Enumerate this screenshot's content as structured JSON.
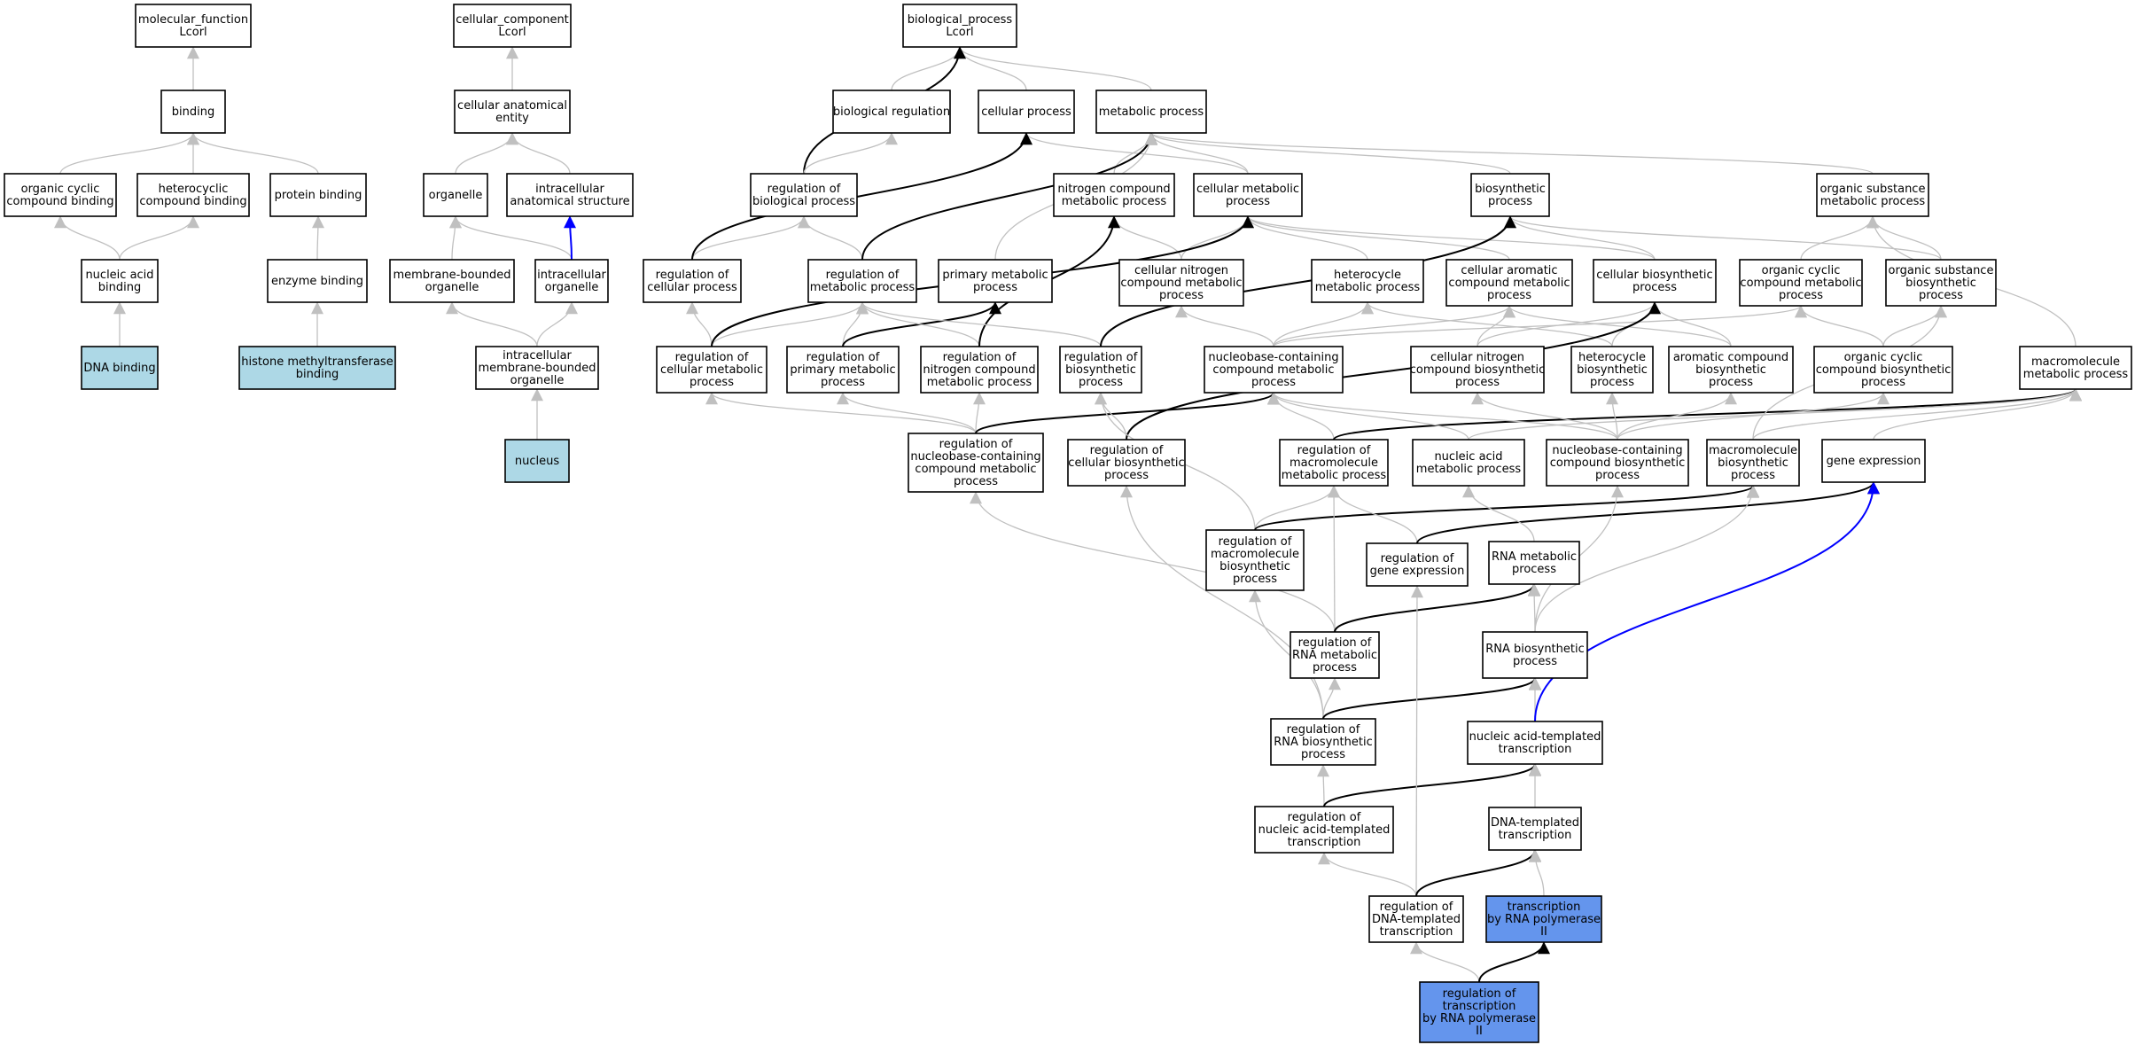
{
  "colors": {
    "node_fill": "#ffffff",
    "query_fill": "#add8e6",
    "focus_fill": "#6495ed",
    "node_border": "#000000",
    "edge_gray": "#c0c0c0",
    "edge_black": "#000000",
    "edge_blue": "#0000ff"
  },
  "nodes": [
    {
      "id": "mf",
      "lines": [
        "molecular_function",
        "Lcorl"
      ],
      "style": "plain"
    },
    {
      "id": "binding",
      "lines": [
        "binding"
      ],
      "style": "plain"
    },
    {
      "id": "ocb",
      "lines": [
        "organic cyclic",
        "compound binding"
      ],
      "style": "plain"
    },
    {
      "id": "hcb",
      "lines": [
        "heterocyclic",
        "compound binding"
      ],
      "style": "plain"
    },
    {
      "id": "pb",
      "lines": [
        "protein binding"
      ],
      "style": "plain"
    },
    {
      "id": "nab",
      "lines": [
        "nucleic acid",
        "binding"
      ],
      "style": "plain"
    },
    {
      "id": "eb",
      "lines": [
        "enzyme binding"
      ],
      "style": "plain"
    },
    {
      "id": "dnab",
      "lines": [
        "DNA binding"
      ],
      "style": "query"
    },
    {
      "id": "hmtb",
      "lines": [
        "histone methyltransferase",
        "binding"
      ],
      "style": "query"
    },
    {
      "id": "cc",
      "lines": [
        "cellular_component",
        "Lcorl"
      ],
      "style": "plain"
    },
    {
      "id": "cae",
      "lines": [
        "cellular anatomical",
        "entity"
      ],
      "style": "plain"
    },
    {
      "id": "org",
      "lines": [
        "organelle"
      ],
      "style": "plain"
    },
    {
      "id": "ias",
      "lines": [
        "intracellular",
        "anatomical structure"
      ],
      "style": "plain"
    },
    {
      "id": "mbo",
      "lines": [
        "membrane-bounded",
        "organelle"
      ],
      "style": "plain"
    },
    {
      "id": "io",
      "lines": [
        "intracellular",
        "organelle"
      ],
      "style": "plain"
    },
    {
      "id": "imbo",
      "lines": [
        "intracellular",
        "membrane-bounded",
        "organelle"
      ],
      "style": "plain"
    },
    {
      "id": "nuc",
      "lines": [
        "nucleus"
      ],
      "style": "query"
    },
    {
      "id": "bp",
      "lines": [
        "biological_process",
        "Lcorl"
      ],
      "style": "plain"
    },
    {
      "id": "breg",
      "lines": [
        "biological regulation"
      ],
      "style": "plain"
    },
    {
      "id": "cp",
      "lines": [
        "cellular process"
      ],
      "style": "plain"
    },
    {
      "id": "mp",
      "lines": [
        "metabolic process"
      ],
      "style": "plain"
    },
    {
      "id": "rbp",
      "lines": [
        "regulation of",
        "biological process"
      ],
      "style": "plain"
    },
    {
      "id": "ncmp",
      "lines": [
        "nitrogen compound",
        "metabolic process"
      ],
      "style": "plain"
    },
    {
      "id": "cmp",
      "lines": [
        "cellular metabolic",
        "process"
      ],
      "style": "plain"
    },
    {
      "id": "bsp",
      "lines": [
        "biosynthetic",
        "process"
      ],
      "style": "plain"
    },
    {
      "id": "osmp",
      "lines": [
        "organic substance",
        "metabolic process"
      ],
      "style": "plain"
    },
    {
      "id": "rcp",
      "lines": [
        "regulation of",
        "cellular process"
      ],
      "style": "plain"
    },
    {
      "id": "rmp",
      "lines": [
        "regulation of",
        "metabolic process"
      ],
      "style": "plain"
    },
    {
      "id": "pmp",
      "lines": [
        "primary metabolic",
        "process"
      ],
      "style": "plain"
    },
    {
      "id": "cncmp",
      "lines": [
        "cellular nitrogen",
        "compound metabolic",
        "process"
      ],
      "style": "plain"
    },
    {
      "id": "hmp",
      "lines": [
        "heterocycle",
        "metabolic process"
      ],
      "style": "plain"
    },
    {
      "id": "cacmp",
      "lines": [
        "cellular aromatic",
        "compound metabolic",
        "process"
      ],
      "style": "plain"
    },
    {
      "id": "cbp",
      "lines": [
        "cellular biosynthetic",
        "process"
      ],
      "style": "plain"
    },
    {
      "id": "occmp",
      "lines": [
        "organic cyclic",
        "compound metabolic",
        "process"
      ],
      "style": "plain"
    },
    {
      "id": "osbp",
      "lines": [
        "organic substance",
        "biosynthetic",
        "process"
      ],
      "style": "plain"
    },
    {
      "id": "rcmp",
      "lines": [
        "regulation of",
        "cellular metabolic",
        "process"
      ],
      "style": "plain"
    },
    {
      "id": "rpmp",
      "lines": [
        "regulation of",
        "primary metabolic",
        "process"
      ],
      "style": "plain"
    },
    {
      "id": "rncmp",
      "lines": [
        "regulation of",
        "nitrogen compound",
        "metabolic process"
      ],
      "style": "plain"
    },
    {
      "id": "rbsp",
      "lines": [
        "regulation of",
        "biosynthetic",
        "process"
      ],
      "style": "plain"
    },
    {
      "id": "nbcmp",
      "lines": [
        "nucleobase-containing",
        "compound metabolic",
        "process"
      ],
      "style": "plain"
    },
    {
      "id": "cncbp",
      "lines": [
        "cellular nitrogen",
        "compound biosynthetic",
        "process"
      ],
      "style": "plain"
    },
    {
      "id": "hbp",
      "lines": [
        "heterocycle",
        "biosynthetic",
        "process"
      ],
      "style": "plain"
    },
    {
      "id": "acbp",
      "lines": [
        "aromatic compound",
        "biosynthetic",
        "process"
      ],
      "style": "plain"
    },
    {
      "id": "occbp",
      "lines": [
        "organic cyclic",
        "compound biosynthetic",
        "process"
      ],
      "style": "plain"
    },
    {
      "id": "macmp",
      "lines": [
        "macromolecule",
        "metabolic process"
      ],
      "style": "plain"
    },
    {
      "id": "rnbcmp",
      "lines": [
        "regulation of",
        "nucleobase-containing",
        "compound metabolic",
        "process"
      ],
      "style": "plain"
    },
    {
      "id": "rcbp",
      "lines": [
        "regulation of",
        "cellular biosynthetic",
        "process"
      ],
      "style": "plain"
    },
    {
      "id": "rmacmp",
      "lines": [
        "regulation of",
        "macromolecule",
        "metabolic process"
      ],
      "style": "plain"
    },
    {
      "id": "namp",
      "lines": [
        "nucleic acid",
        "metabolic process"
      ],
      "style": "plain"
    },
    {
      "id": "nbcbp",
      "lines": [
        "nucleobase-containing",
        "compound biosynthetic",
        "process"
      ],
      "style": "plain"
    },
    {
      "id": "mabp",
      "lines": [
        "macromolecule",
        "biosynthetic",
        "process"
      ],
      "style": "plain"
    },
    {
      "id": "ge",
      "lines": [
        "gene expression"
      ],
      "style": "plain"
    },
    {
      "id": "rmabp",
      "lines": [
        "regulation of",
        "macromolecule",
        "biosynthetic",
        "process"
      ],
      "style": "plain"
    },
    {
      "id": "rge",
      "lines": [
        "regulation of",
        "gene expression"
      ],
      "style": "plain"
    },
    {
      "id": "rnamp",
      "lines": [
        "RNA metabolic",
        "process"
      ],
      "style": "plain"
    },
    {
      "id": "rrnamp",
      "lines": [
        "regulation of",
        "RNA metabolic",
        "process"
      ],
      "style": "plain"
    },
    {
      "id": "rnabp",
      "lines": [
        "RNA biosynthetic",
        "process"
      ],
      "style": "plain"
    },
    {
      "id": "rrnabp",
      "lines": [
        "regulation of",
        "RNA biosynthetic",
        "process"
      ],
      "style": "plain"
    },
    {
      "id": "natt",
      "lines": [
        "nucleic acid-templated",
        "transcription"
      ],
      "style": "plain"
    },
    {
      "id": "rnatt",
      "lines": [
        "regulation of",
        "nucleic acid-templated",
        "transcription"
      ],
      "style": "plain"
    },
    {
      "id": "dtt",
      "lines": [
        "DNA-templated",
        "transcription"
      ],
      "style": "plain"
    },
    {
      "id": "rdtt",
      "lines": [
        "regulation of",
        "DNA-templated",
        "transcription"
      ],
      "style": "plain"
    },
    {
      "id": "trp2",
      "lines": [
        "transcription",
        "by RNA polymerase",
        "II"
      ],
      "style": "focus"
    },
    {
      "id": "rtrp2",
      "lines": [
        "regulation of",
        "transcription",
        "by RNA polymerase",
        "II"
      ],
      "style": "focus"
    }
  ],
  "edges": [
    {
      "from": "binding",
      "to": "mf",
      "kind": "gray"
    },
    {
      "from": "ocb",
      "to": "binding",
      "kind": "gray"
    },
    {
      "from": "hcb",
      "to": "binding",
      "kind": "gray"
    },
    {
      "from": "pb",
      "to": "binding",
      "kind": "gray"
    },
    {
      "from": "nab",
      "to": "ocb",
      "kind": "gray"
    },
    {
      "from": "nab",
      "to": "hcb",
      "kind": "gray"
    },
    {
      "from": "eb",
      "to": "pb",
      "kind": "gray"
    },
    {
      "from": "dnab",
      "to": "nab",
      "kind": "gray"
    },
    {
      "from": "hmtb",
      "to": "eb",
      "kind": "gray"
    },
    {
      "from": "cae",
      "to": "cc",
      "kind": "gray"
    },
    {
      "from": "org",
      "to": "cae",
      "kind": "gray"
    },
    {
      "from": "ias",
      "to": "cae",
      "kind": "gray"
    },
    {
      "from": "mbo",
      "to": "org",
      "kind": "gray"
    },
    {
      "from": "io",
      "to": "org",
      "kind": "gray"
    },
    {
      "from": "io",
      "to": "ias",
      "kind": "blue"
    },
    {
      "from": "imbo",
      "to": "mbo",
      "kind": "gray"
    },
    {
      "from": "imbo",
      "to": "io",
      "kind": "gray"
    },
    {
      "from": "nuc",
      "to": "imbo",
      "kind": "gray"
    },
    {
      "from": "breg",
      "to": "bp",
      "kind": "gray"
    },
    {
      "from": "cp",
      "to": "bp",
      "kind": "gray"
    },
    {
      "from": "mp",
      "to": "bp",
      "kind": "gray"
    },
    {
      "from": "rbp",
      "to": "bp",
      "kind": "black"
    },
    {
      "from": "rbp",
      "to": "breg",
      "kind": "gray"
    },
    {
      "from": "ncmp",
      "to": "mp",
      "kind": "gray"
    },
    {
      "from": "cmp",
      "to": "mp",
      "kind": "gray"
    },
    {
      "from": "cmp",
      "to": "cp",
      "kind": "gray"
    },
    {
      "from": "bsp",
      "to": "mp",
      "kind": "gray"
    },
    {
      "from": "osmp",
      "to": "mp",
      "kind": "gray"
    },
    {
      "from": "rcp",
      "to": "rbp",
      "kind": "gray"
    },
    {
      "from": "rcp",
      "to": "cp",
      "kind": "black"
    },
    {
      "from": "rmp",
      "to": "rbp",
      "kind": "gray"
    },
    {
      "from": "rmp",
      "to": "mp",
      "kind": "black"
    },
    {
      "from": "pmp",
      "to": "mp",
      "kind": "gray"
    },
    {
      "from": "cncmp",
      "to": "ncmp",
      "kind": "gray"
    },
    {
      "from": "cncmp",
      "to": "cmp",
      "kind": "gray"
    },
    {
      "from": "hmp",
      "to": "cmp",
      "kind": "gray"
    },
    {
      "from": "cacmp",
      "to": "cmp",
      "kind": "gray"
    },
    {
      "from": "cbp",
      "to": "cmp",
      "kind": "gray"
    },
    {
      "from": "cbp",
      "to": "bsp",
      "kind": "gray"
    },
    {
      "from": "occmp",
      "to": "osmp",
      "kind": "gray"
    },
    {
      "from": "osbp",
      "to": "osmp",
      "kind": "gray"
    },
    {
      "from": "osbp",
      "to": "bsp",
      "kind": "gray"
    },
    {
      "from": "rcmp",
      "to": "rcp",
      "kind": "gray"
    },
    {
      "from": "rcmp",
      "to": "rmp",
      "kind": "gray"
    },
    {
      "from": "rcmp",
      "to": "cmp",
      "kind": "black"
    },
    {
      "from": "rpmp",
      "to": "rmp",
      "kind": "gray"
    },
    {
      "from": "rpmp",
      "to": "pmp",
      "kind": "black"
    },
    {
      "from": "rncmp",
      "to": "rmp",
      "kind": "gray"
    },
    {
      "from": "rncmp",
      "to": "ncmp",
      "kind": "black"
    },
    {
      "from": "rbsp",
      "to": "rmp",
      "kind": "gray"
    },
    {
      "from": "rbsp",
      "to": "bsp",
      "kind": "black"
    },
    {
      "from": "nbcmp",
      "to": "cncmp",
      "kind": "gray"
    },
    {
      "from": "nbcmp",
      "to": "hmp",
      "kind": "gray"
    },
    {
      "from": "nbcmp",
      "to": "cacmp",
      "kind": "gray"
    },
    {
      "from": "nbcmp",
      "to": "occmp",
      "kind": "gray"
    },
    {
      "from": "cncbp",
      "to": "cacmp",
      "kind": "gray"
    },
    {
      "from": "cncbp",
      "to": "cbp",
      "kind": "gray"
    },
    {
      "from": "hbp",
      "to": "hmp",
      "kind": "gray"
    },
    {
      "from": "hbp",
      "to": "cbp",
      "kind": "gray"
    },
    {
      "from": "acbp",
      "to": "cacmp",
      "kind": "gray"
    },
    {
      "from": "acbp",
      "to": "cbp",
      "kind": "gray"
    },
    {
      "from": "occbp",
      "to": "occmp",
      "kind": "gray"
    },
    {
      "from": "occbp",
      "to": "osbp",
      "kind": "gray"
    },
    {
      "from": "macmp",
      "to": "osmp",
      "kind": "gray"
    },
    {
      "from": "rnbcmp",
      "to": "rcmp",
      "kind": "gray"
    },
    {
      "from": "rnbcmp",
      "to": "rpmp",
      "kind": "gray"
    },
    {
      "from": "rnbcmp",
      "to": "rncmp",
      "kind": "gray"
    },
    {
      "from": "rnbcmp",
      "to": "nbcmp",
      "kind": "black"
    },
    {
      "from": "rcbp",
      "to": "rbsp",
      "kind": "gray"
    },
    {
      "from": "rcbp",
      "to": "cbp",
      "kind": "black"
    },
    {
      "from": "rmacmp",
      "to": "nbcmp",
      "kind": "gray"
    },
    {
      "from": "rmacmp",
      "to": "macmp",
      "kind": "black"
    },
    {
      "from": "namp",
      "to": "nbcmp",
      "kind": "gray"
    },
    {
      "from": "namp",
      "to": "macmp",
      "kind": "gray"
    },
    {
      "from": "nbcbp",
      "to": "cncbp",
      "kind": "gray"
    },
    {
      "from": "nbcbp",
      "to": "hbp",
      "kind": "gray"
    },
    {
      "from": "nbcbp",
      "to": "acbp",
      "kind": "gray"
    },
    {
      "from": "nbcbp",
      "to": "occbp",
      "kind": "gray"
    },
    {
      "from": "nbcbp",
      "to": "nbcmp",
      "kind": "gray"
    },
    {
      "from": "mabp",
      "to": "osbp",
      "kind": "gray"
    },
    {
      "from": "mabp",
      "to": "macmp",
      "kind": "gray"
    },
    {
      "from": "ge",
      "to": "macmp",
      "kind": "gray"
    },
    {
      "from": "rmabp",
      "to": "rbsp",
      "kind": "gray"
    },
    {
      "from": "rmabp",
      "to": "rmacmp",
      "kind": "gray"
    },
    {
      "from": "rmabp",
      "to": "mabp",
      "kind": "black"
    },
    {
      "from": "rge",
      "to": "rmacmp",
      "kind": "gray"
    },
    {
      "from": "rge",
      "to": "ge",
      "kind": "black"
    },
    {
      "from": "rnamp",
      "to": "namp",
      "kind": "gray"
    },
    {
      "from": "rrnamp",
      "to": "rnbcmp",
      "kind": "gray"
    },
    {
      "from": "rrnamp",
      "to": "rmacmp",
      "kind": "gray"
    },
    {
      "from": "rrnamp",
      "to": "rnamp",
      "kind": "black"
    },
    {
      "from": "rnabp",
      "to": "rnamp",
      "kind": "gray"
    },
    {
      "from": "rnabp",
      "to": "nbcbp",
      "kind": "gray"
    },
    {
      "from": "rnabp",
      "to": "mabp",
      "kind": "gray"
    },
    {
      "from": "rrnabp",
      "to": "rrnamp",
      "kind": "gray"
    },
    {
      "from": "rrnabp",
      "to": "rmabp",
      "kind": "gray"
    },
    {
      "from": "rrnabp",
      "to": "rcbp",
      "kind": "gray"
    },
    {
      "from": "rrnabp",
      "to": "rnabp",
      "kind": "black"
    },
    {
      "from": "natt",
      "to": "rnabp",
      "kind": "gray"
    },
    {
      "from": "natt",
      "to": "ge",
      "kind": "blue"
    },
    {
      "from": "rnatt",
      "to": "rrnabp",
      "kind": "gray"
    },
    {
      "from": "rnatt",
      "to": "natt",
      "kind": "black"
    },
    {
      "from": "dtt",
      "to": "natt",
      "kind": "gray"
    },
    {
      "from": "rdtt",
      "to": "rnatt",
      "kind": "gray"
    },
    {
      "from": "rdtt",
      "to": "rge",
      "kind": "gray"
    },
    {
      "from": "rdtt",
      "to": "dtt",
      "kind": "black"
    },
    {
      "from": "trp2",
      "to": "dtt",
      "kind": "gray"
    },
    {
      "from": "rtrp2",
      "to": "rdtt",
      "kind": "gray"
    },
    {
      "from": "rtrp2",
      "to": "trp2",
      "kind": "black"
    }
  ]
}
